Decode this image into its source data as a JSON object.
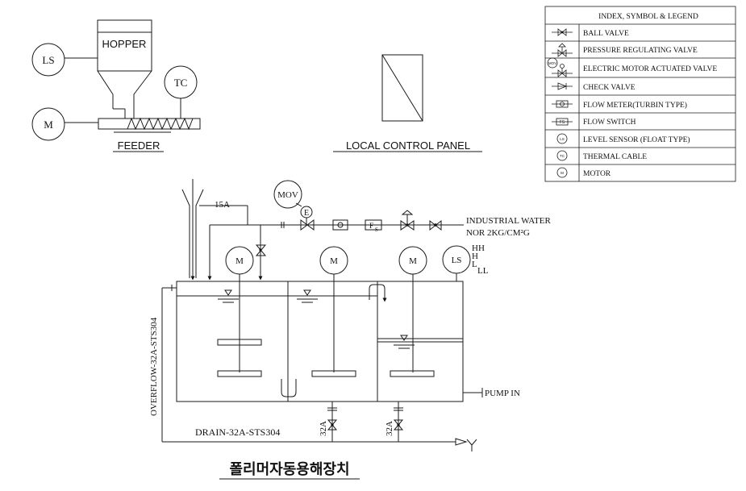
{
  "equipment": {
    "hopper": "HOPPER",
    "feeder": "FEEDER",
    "ls": "LS",
    "m": "M",
    "tc": "TC",
    "local_panel": "LOCAL CONTROL PANEL"
  },
  "legend": {
    "title": "INDEX, SYMBOL & LEGEND",
    "items": [
      {
        "icon": "ball-valve-icon",
        "label": "BALL VALVE"
      },
      {
        "icon": "pressure-regulating-valve-icon",
        "label": "PRESSURE REGULATING VALVE"
      },
      {
        "icon": "motor-actuated-valve-icon",
        "label": "ELECTRIC MOTOR ACTUATED VALVE",
        "tag": "MOV"
      },
      {
        "icon": "check-valve-icon",
        "label": "CHECK VALVE"
      },
      {
        "icon": "flow-meter-icon",
        "label": "FLOW METER(TURBIN TYPE)"
      },
      {
        "icon": "flow-switch-icon",
        "label": "FLOW SWITCH"
      },
      {
        "icon": "level-sensor-icon",
        "label": "LEVEL SENSOR (FLOAT TYPE)",
        "tag": "LS"
      },
      {
        "icon": "thermal-cable-icon",
        "label": "THERMAL CABLE",
        "tag": "TC"
      },
      {
        "icon": "motor-icon",
        "label": "MOTOR",
        "tag": "M"
      }
    ]
  },
  "process": {
    "mov": "MOV",
    "e": "E",
    "pipe_15a": "15A",
    "industrial_water": "INDUSTRIAL WATER",
    "nor_pressure": "NOR 2KG/CM²G",
    "fs": "F",
    "fs_sub": "S",
    "levels": [
      "HH",
      "H",
      "L",
      "LL"
    ],
    "pump_in": "PUMP IN",
    "overflow": "OVERFLOW-32A-STS304",
    "drain": "DRAIN-32A-STS304",
    "drain_size": "32A",
    "title": "폴리머자동용해장치"
  }
}
